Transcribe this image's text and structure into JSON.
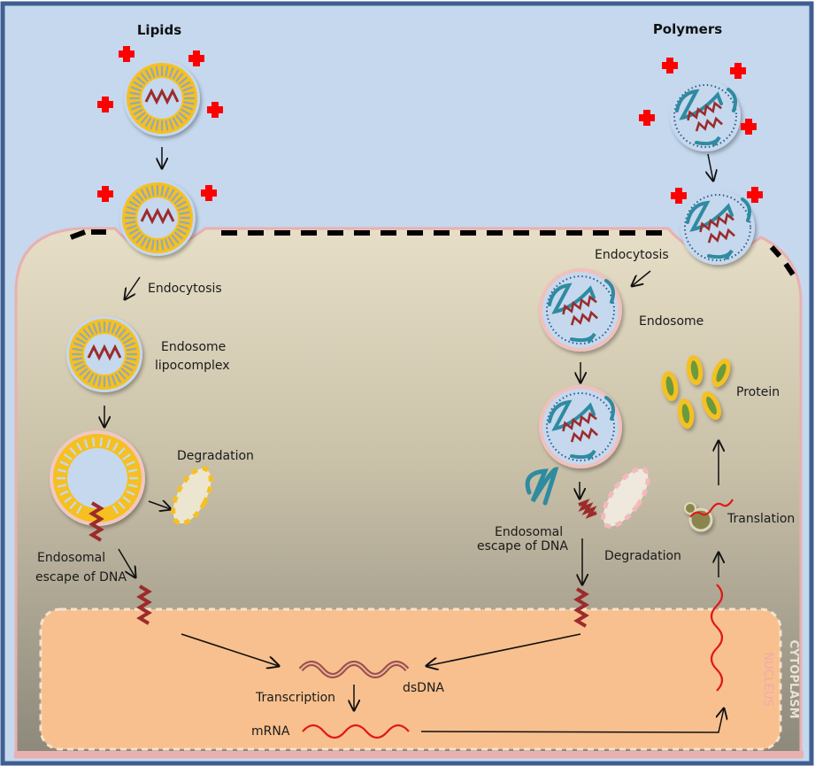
{
  "diagram": {
    "title_left": "Lipids",
    "title_right": "Polymers",
    "regions": {
      "cytoplasm": "CYTOPLASM",
      "nucleus": "NUCLEUS"
    },
    "lipid_pathway": {
      "endocytosis": "Endocytosis",
      "endosome_line1": "Endosome",
      "endosome_line2": "lipocomplex",
      "degradation": "Degradation",
      "escape_line1": "Endosomal",
      "escape_line2": "escape of DNA"
    },
    "polymer_pathway": {
      "endocytosis": "Endocytosis",
      "endosome": "Endosome",
      "escape_line1": "Endosomal",
      "escape_line2": "escape of DNA",
      "degradation": "Degradation"
    },
    "nucleus_labels": {
      "transcription": "Transcription",
      "dsdna": "dsDNA",
      "mrna": "mRNA"
    },
    "expression": {
      "translation": "Translation",
      "protein": "Protein"
    },
    "colors": {
      "outer_border": "#3f5f92",
      "extracellular": "#c5d8ee",
      "cytoplasm_top": "#e4dcc4",
      "cytoplasm_bottom": "#8e8a7c",
      "membrane": "#e9b0b0",
      "nucleus": "#f8c08e",
      "lipid_yellow": "#f5c020",
      "polymer_teal": "#2e8ba0",
      "dna_red": "#9c2b2b",
      "mrna_red": "#e01818",
      "charge_red": "#ff0000",
      "protein_green": "#6a9a3a"
    }
  }
}
